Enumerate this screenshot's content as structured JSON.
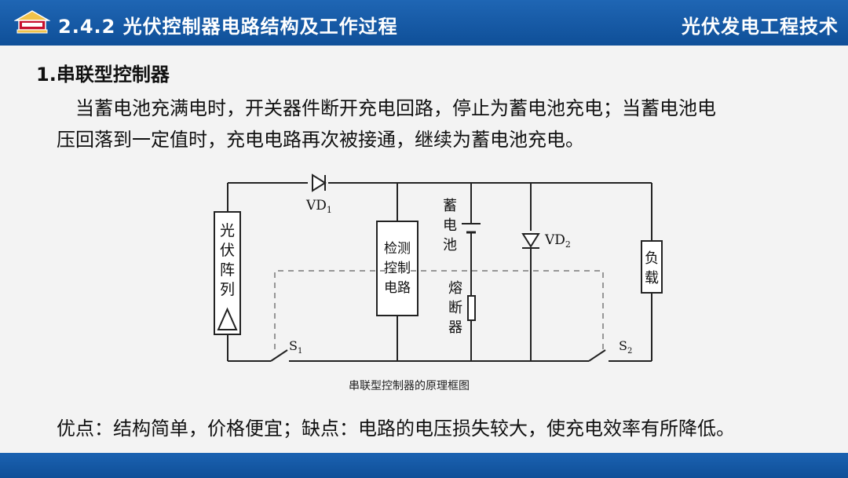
{
  "header": {
    "section_title": "2.4.2 光伏控制器电路结构及工作过程",
    "course_title": "光伏发电工程技术",
    "logo_icon": "school-logo-icon"
  },
  "content": {
    "heading": "1.串联型控制器",
    "paragraph_line1": "当蓄电池充满电时，开关器件断开充电回路，停止为蓄电池充电；当蓄电池电",
    "paragraph_line2": "压回落到一定值时，充电电路再次被接通，继续为蓄电池充电。",
    "caption": "串联型控制器的原理框图",
    "bottom_note": "优点：结构简单，价格便宜；缺点：电路的电压损失较大，使充电效率有所降低。"
  },
  "diagram": {
    "vd1": "VD",
    "vd1_sub": "1",
    "vd2": "VD",
    "vd2_sub": "2",
    "pv_array": [
      "光",
      "伏",
      "阵",
      "列"
    ],
    "detect_ctrl": [
      "检测",
      "控制",
      "电路"
    ],
    "battery": [
      "蓄",
      "电",
      "池"
    ],
    "fuse": [
      "熔",
      "断",
      "器"
    ],
    "load": [
      "负",
      "载"
    ],
    "s1": "S",
    "s1_sub": "1",
    "s2": "S",
    "s2_sub": "2"
  },
  "colors": {
    "header_blue": "#1f66b4",
    "footer_blue": "#0f4f98"
  }
}
